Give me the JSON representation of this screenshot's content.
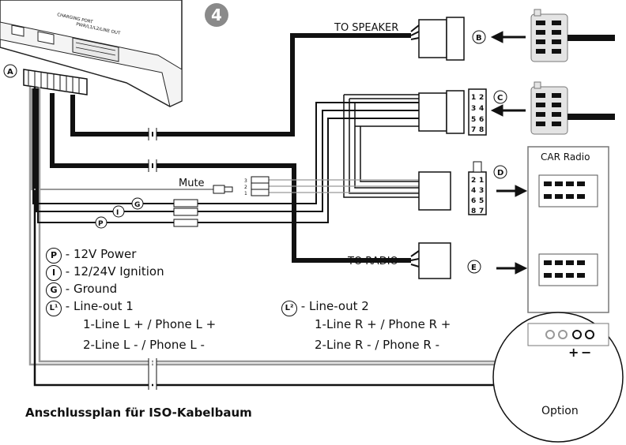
{
  "step_number": "4",
  "head_unit": {
    "port_label_1": "CHARGING PORT",
    "port_label_2": "PWR/L1/L2/LINE OUT"
  },
  "labels": {
    "to_speaker": "TO SPEAKER",
    "to_radio": "TO RADIO",
    "mute": "Mute",
    "car_radio": "CAR Radio",
    "option": "Option",
    "plus": "+",
    "minus": "−"
  },
  "connector_letters": {
    "A": "A",
    "B": "B",
    "C": "C",
    "D": "D",
    "E": "E"
  },
  "wire_tags": {
    "G": "G",
    "I": "I",
    "P": "P",
    "L1": "L1",
    "L2": "L2"
  },
  "pin_numbers_top": [
    "1",
    "2",
    "3",
    "4",
    "5",
    "6",
    "7",
    "8"
  ],
  "pin_numbers_bottom": [
    "2",
    "1",
    "4",
    "3",
    "6",
    "5",
    "8",
    "7"
  ],
  "mute_pins": [
    "3",
    "2",
    "1"
  ],
  "legend": {
    "p_symbol": "P",
    "p_text": "- 12V Power",
    "i_symbol": "I",
    "i_text": "- 12/24V Ignition",
    "g_symbol": "G",
    "g_text": "- Ground",
    "l1_symbol": "L¹",
    "l1_text": "- Line-out 1",
    "l1_line1": "1-Line L + / Phone L +",
    "l1_line2": "2-Line L - / Phone L -",
    "l2_symbol": "L²",
    "l2_text": "- Line-out 2",
    "l2_line1": "1-Line R + / Phone R +",
    "l2_line2": "2-Line R - / Phone R -"
  },
  "caption": "Anschlussplan für ISO-Kabelbaum"
}
